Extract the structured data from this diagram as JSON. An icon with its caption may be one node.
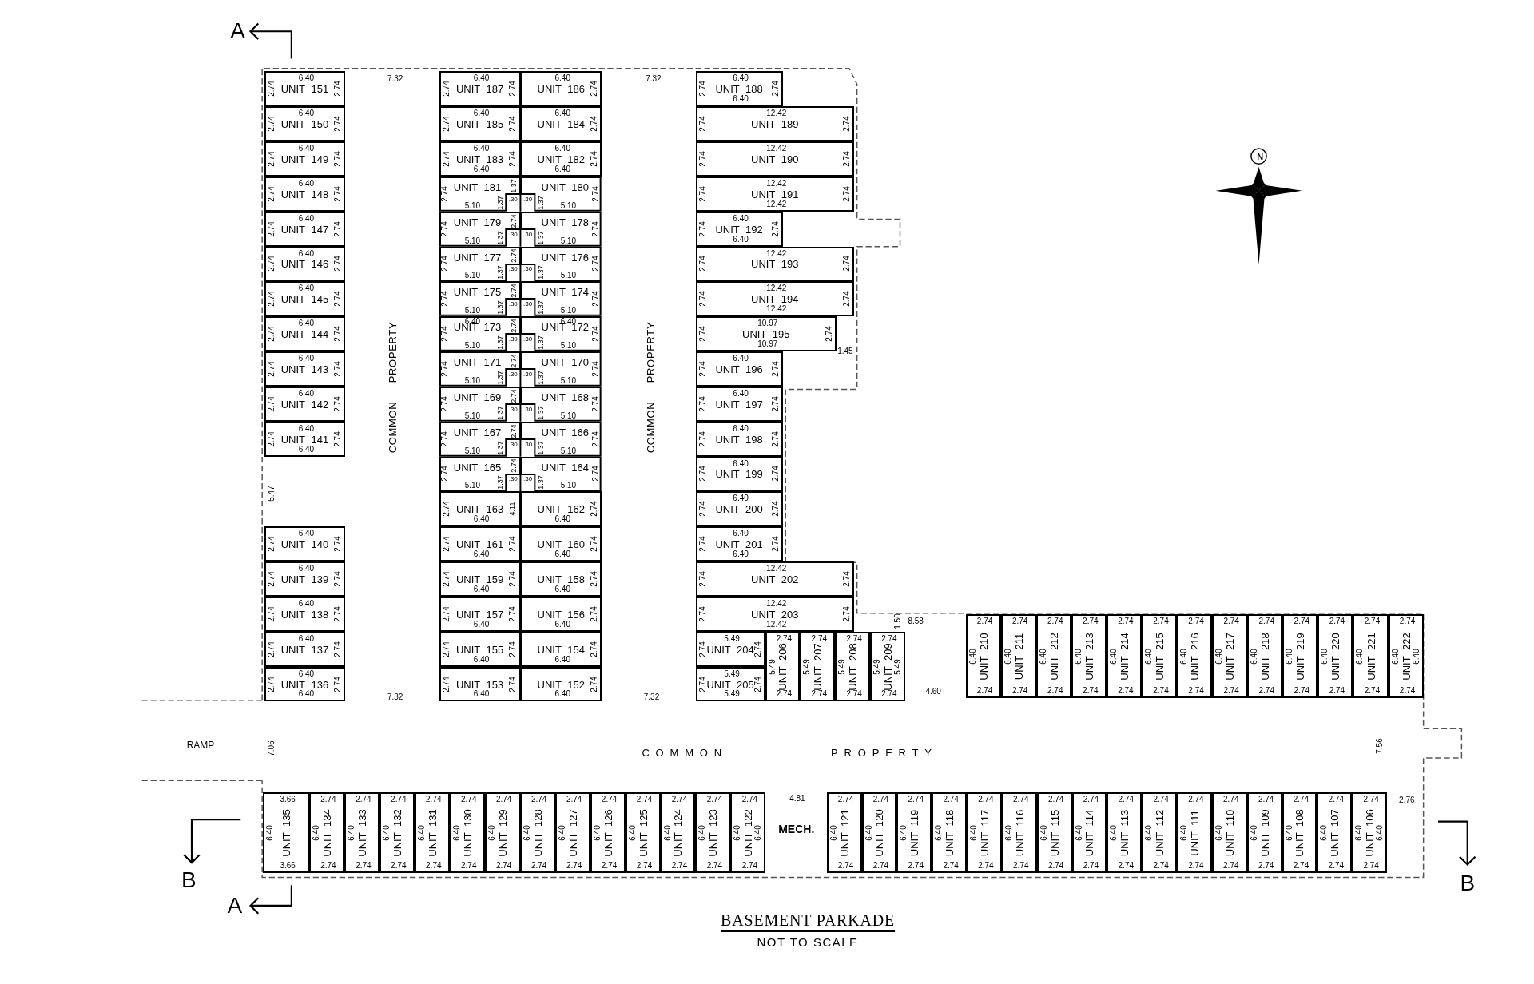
{
  "diagram": {
    "title": "BASEMENT PARKADE",
    "caption": "NOT TO SCALE",
    "nodes": [
      {
        "text": [
          "6.40",
          "2.74",
          "UNIT 151",
          "2.74"
        ]
      },
      {
        "text": [
          "6.40",
          "2.74",
          "UNIT 150",
          "2.74"
        ]
      },
      {
        "text": [
          "6.40",
          "2.74",
          "UNIT 149",
          "2.74"
        ]
      },
      {
        "text": [
          "6.40",
          "2.74",
          "UNIT 148",
          "2.74"
        ]
      },
      {
        "text": [
          "6.40",
          "2.74",
          "UNIT 147",
          "2.74"
        ]
      },
      {
        "text": [
          "6.40",
          "2.74",
          "UNIT 146",
          "2.74"
        ]
      },
      {
        "text": [
          "6.40",
          "2.74",
          "UNIT 145",
          "2.74"
        ]
      },
      {
        "text": [
          "6.40",
          "2.74",
          "UNIT 144",
          "2.74"
        ]
      },
      {
        "text": [
          "6.40",
          "2.74",
          "UNIT 143",
          "2.74"
        ]
      },
      {
        "text": [
          "6.40",
          "2.74",
          "UNIT 142",
          "2.74"
        ]
      },
      {
        "text": [
          "6.40",
          "2.74",
          "UNIT 141",
          "2.74",
          "6.40"
        ]
      },
      {
        "text": [
          "6.40",
          "2.74",
          "UNIT 140",
          "2.74"
        ]
      },
      {
        "text": [
          "6.40",
          "2.74",
          "UNIT 139",
          "2.74"
        ]
      },
      {
        "text": [
          "6.40",
          "2.74",
          "UNIT 138",
          "2.74"
        ]
      },
      {
        "text": [
          "6.40",
          "2.74",
          "UNIT 137",
          "2.74"
        ]
      },
      {
        "text": [
          "6.40",
          "2.74",
          "UNIT 136",
          "2.74",
          "6.40"
        ]
      },
      {
        "text": [
          "6.40",
          "2.74",
          "UNIT 187",
          "2.74"
        ]
      },
      {
        "text": [
          "6.40",
          "UNIT 186",
          "2.74"
        ]
      },
      {
        "text": [
          "6.40",
          "2.74",
          "UNIT 185",
          "2.74"
        ]
      },
      {
        "text": [
          "6.40",
          "UNIT 184",
          "2.74"
        ]
      },
      {
        "text": [
          "6.40",
          "2.74",
          "UNIT 183",
          "2.74",
          "6.40"
        ]
      },
      {
        "text": [
          "6.40",
          "UNIT 182",
          "2.74",
          "6.40"
        ]
      },
      {
        "text": [
          "1.37",
          "2.74",
          "UNIT 181",
          "1.37",
          ".30",
          "5.10"
        ]
      },
      {
        "text": [
          "UNIT 180",
          "2.74",
          ".30",
          "1.37",
          "5.10"
        ]
      },
      {
        "text": [
          "2.74",
          "2.74",
          "UNIT 179",
          "1.37",
          ".30",
          "5.10"
        ]
      },
      {
        "text": [
          "UNIT 178",
          "2.74",
          ".30",
          "1.37",
          "5.10"
        ]
      },
      {
        "text": [
          "2.74",
          "2.74",
          "UNIT 177",
          "1.37",
          ".30",
          "5.10"
        ]
      },
      {
        "text": [
          "UNIT 176",
          "2.74",
          ".30",
          "1.37",
          "5.10"
        ]
      },
      {
        "text": [
          "2.74",
          "2.74",
          "UNIT 175",
          "1.37",
          ".30",
          "5.10"
        ]
      },
      {
        "text": [
          "UNIT 174",
          "2.74",
          ".30",
          "1.37",
          "5.10"
        ]
      },
      {
        "text": [
          "6.40",
          "2.74",
          "2.74",
          "UNIT 173",
          "1.37",
          ".30",
          "5.10"
        ]
      },
      {
        "text": [
          "6.40",
          "UNIT 172",
          "2.74",
          ".30",
          "1.37",
          "5.10"
        ]
      },
      {
        "text": [
          "2.74",
          "2.74",
          "UNIT 171",
          "1.37",
          ".30",
          "5.10"
        ]
      },
      {
        "text": [
          "UNIT 170",
          "2.74",
          ".30",
          "1.37",
          "5.10"
        ]
      },
      {
        "text": [
          "2.74",
          "2.74",
          "UNIT 169",
          "1.37",
          ".30",
          "5.10"
        ]
      },
      {
        "text": [
          "UNIT 168",
          "2.74",
          ".30",
          "1.37",
          "5.10"
        ]
      },
      {
        "text": [
          "2.74",
          "2.74",
          "UNIT 167",
          "1.37",
          ".30",
          "5.10"
        ]
      },
      {
        "text": [
          "UNIT 166",
          "2.74",
          ".30",
          "1.37",
          "5.10"
        ]
      },
      {
        "text": [
          "2.74",
          "2.74",
          "UNIT 165",
          "1.37",
          ".30",
          "5.10"
        ]
      },
      {
        "text": [
          "UNIT 164",
          "2.74",
          ".30",
          "1.37",
          "5.10"
        ]
      },
      {
        "text": [
          "2.74",
          "UNIT 163",
          "4.11",
          "6.40"
        ]
      },
      {
        "text": [
          "UNIT 162",
          "2.74",
          "6.40"
        ]
      },
      {
        "text": [
          "2.74",
          "UNIT 161",
          "2.74",
          "6.40"
        ]
      },
      {
        "text": [
          "UNIT 160",
          "2.74",
          "6.40"
        ]
      },
      {
        "text": [
          "2.74",
          "UNIT 159",
          "2.74",
          "6.40"
        ]
      },
      {
        "text": [
          "UNIT 158",
          "2.74",
          "6.40"
        ]
      },
      {
        "text": [
          "2.74",
          "UNIT 157",
          "2.74",
          "6.40"
        ]
      },
      {
        "text": [
          "UNIT 156",
          "2.74",
          "6.40"
        ]
      },
      {
        "text": [
          "2.74",
          "UNIT 155",
          "2.74",
          "6.40"
        ]
      },
      {
        "text": [
          "UNIT 154",
          "2.74",
          "6.40"
        ]
      },
      {
        "text": [
          "2.74",
          "UNIT 153",
          "2.74",
          "6.40"
        ]
      },
      {
        "text": [
          "UNIT 152",
          "2.74",
          "6.40"
        ]
      },
      {
        "text": [
          "6.40",
          "2.74",
          "UNIT 188",
          "2.74",
          "6.40"
        ]
      },
      {
        "text": [
          "12.42",
          "2.74",
          "UNIT 189",
          "2.74"
        ]
      },
      {
        "text": [
          "12.42",
          "2.74",
          "UNIT 190",
          "2.74"
        ]
      },
      {
        "text": [
          "12.42",
          "2.74",
          "UNIT 191",
          "2.74",
          "12.42"
        ]
      },
      {
        "text": [
          "6.40",
          "2.74",
          "UNIT 192",
          "2.74",
          "6.40"
        ]
      },
      {
        "text": [
          "12.42",
          "2.74",
          "UNIT 193",
          "2.74"
        ]
      },
      {
        "text": [
          "12.42",
          "2.74",
          "UNIT 194",
          "2.74",
          "12.42"
        ]
      },
      {
        "text": [
          "10.97",
          "2.74",
          "UNIT 195",
          "2.74",
          "10.97"
        ]
      },
      {
        "text": [
          "6.40",
          "2.74",
          "UNIT 196",
          "2.74"
        ]
      },
      {
        "text": [
          "6.40",
          "2.74",
          "UNIT 197",
          "2.74"
        ]
      },
      {
        "text": [
          "6.40",
          "2.74",
          "UNIT 198",
          "2.74"
        ]
      },
      {
        "text": [
          "6.40",
          "2.74",
          "UNIT 199",
          "2.74"
        ]
      },
      {
        "text": [
          "6.40",
          "2.74",
          "UNIT 200",
          "2.74"
        ]
      },
      {
        "text": [
          "6.40",
          "2.74",
          "UNIT 201",
          "2.74",
          "6.40"
        ]
      },
      {
        "text": [
          "12.42",
          "2.74",
          "UNIT 202",
          "2.74"
        ]
      },
      {
        "text": [
          "12.42",
          "2.74",
          "UNIT 203",
          "2.74",
          "12.42"
        ]
      },
      {
        "text": [
          "5.49",
          "2.74",
          "UNIT 204",
          "2.74"
        ]
      },
      {
        "text": [
          "5.49",
          "2.74",
          "UNIT 205",
          "2.74",
          "5.49"
        ]
      },
      {
        "text": [
          "2.74",
          "5.49",
          "UNIT 206",
          "2.74"
        ]
      },
      {
        "text": [
          "2.74",
          "5.49",
          "UNIT 207",
          "2.74"
        ]
      },
      {
        "text": [
          "2.74",
          "5.49",
          "UNIT 208",
          "2.74"
        ]
      },
      {
        "text": [
          "2.74",
          "5.49",
          "UNIT 209",
          "5.49",
          "2.74"
        ]
      },
      {
        "text": [
          "2.74",
          "6.40",
          "UNIT 210",
          "2.74"
        ]
      },
      {
        "text": [
          "2.74",
          "6.40",
          "UNIT 211",
          "2.74"
        ]
      },
      {
        "text": [
          "2.74",
          "6.40",
          "UNIT 212",
          "2.74"
        ]
      },
      {
        "text": [
          "2.74",
          "6.40",
          "UNIT 213",
          "2.74"
        ]
      },
      {
        "text": [
          "2.74",
          "6.40",
          "UNIT 214",
          "2.74"
        ]
      },
      {
        "text": [
          "2.74",
          "6.40",
          "UNIT 215",
          "2.74"
        ]
      },
      {
        "text": [
          "2.74",
          "6.40",
          "UNIT 216",
          "2.74"
        ]
      },
      {
        "text": [
          "2.74",
          "6.40",
          "UNIT 217",
          "2.74"
        ]
      },
      {
        "text": [
          "2.74",
          "6.40",
          "UNIT 218",
          "2.74"
        ]
      },
      {
        "text": [
          "2.74",
          "6.40",
          "UNIT 219",
          "2.74"
        ]
      },
      {
        "text": [
          "2.74",
          "6.40",
          "UNIT 220",
          "2.74"
        ]
      },
      {
        "text": [
          "2.74",
          "6.40",
          "UNIT 221",
          "2.74"
        ]
      },
      {
        "text": [
          "2.74",
          "6.40",
          "UNIT 222",
          "6.40",
          "2.74"
        ]
      },
      {
        "text": [
          "3.66",
          "6.40",
          "UNIT 135",
          "3.66"
        ]
      },
      {
        "text": [
          "2.74",
          "6.40",
          "UNIT 134",
          "2.74"
        ]
      },
      {
        "text": [
          "2.74",
          "6.40",
          "UNIT 133",
          "2.74"
        ]
      },
      {
        "text": [
          "2.74",
          "6.40",
          "UNIT 132",
          "2.74"
        ]
      },
      {
        "text": [
          "2.74",
          "6.40",
          "UNIT 131",
          "2.74"
        ]
      },
      {
        "text": [
          "2.74",
          "6.40",
          "UNIT 130",
          "2.74"
        ]
      },
      {
        "text": [
          "2.74",
          "6.40",
          "UNIT 129",
          "2.74"
        ]
      },
      {
        "text": [
          "2.74",
          "6.40",
          "UNIT 128",
          "2.74"
        ]
      },
      {
        "text": [
          "2.74",
          "6.40",
          "UNIT 127",
          "2.74"
        ]
      },
      {
        "text": [
          "2.74",
          "6.40",
          "UNIT 126",
          "2.74"
        ]
      },
      {
        "text": [
          "2.74",
          "6.40",
          "UNIT 125",
          "2.74"
        ]
      },
      {
        "text": [
          "2.74",
          "6.40",
          "UNIT 124",
          "2.74"
        ]
      },
      {
        "text": [
          "2.74",
          "6.40",
          "UNIT 123",
          "2.74"
        ]
      },
      {
        "text": [
          "2.74",
          "6.40",
          "UNIT 122",
          "6.40",
          "2.74"
        ]
      },
      {
        "text": [
          "2.74",
          "6.40",
          "UNIT 121",
          "2.74"
        ]
      },
      {
        "text": [
          "2.74",
          "6.40",
          "UNIT 120",
          "2.74"
        ]
      },
      {
        "text": [
          "2.74",
          "6.40",
          "UNIT 119",
          "2.74"
        ]
      },
      {
        "text": [
          "2.74",
          "6.40",
          "UNIT 118",
          "2.74"
        ]
      },
      {
        "text": [
          "2.74",
          "6.40",
          "UNIT 117",
          "2.74"
        ]
      },
      {
        "text": [
          "2.74",
          "6.40",
          "UNIT 116",
          "2.74"
        ]
      },
      {
        "text": [
          "2.74",
          "6.40",
          "UNIT 115",
          "2.74"
        ]
      },
      {
        "text": [
          "2.74",
          "6.40",
          "UNIT 114",
          "2.74"
        ]
      },
      {
        "text": [
          "2.74",
          "6.40",
          "UNIT 113",
          "2.74"
        ]
      },
      {
        "text": [
          "2.74",
          "6.40",
          "UNIT 112",
          "2.74"
        ]
      },
      {
        "text": [
          "2.74",
          "6.40",
          "UNIT 111",
          "2.74"
        ]
      },
      {
        "text": [
          "2.74",
          "6.40",
          "UNIT 110",
          "2.74"
        ]
      },
      {
        "text": [
          "2.74",
          "6.40",
          "UNIT 109",
          "2.74"
        ]
      },
      {
        "text": [
          "2.74",
          "6.40",
          "UNIT 108",
          "2.74"
        ]
      },
      {
        "text": [
          "2.74",
          "6.40",
          "UNIT 107",
          "2.74"
        ]
      },
      {
        "text": [
          "2.74",
          "6.40",
          "UNIT 106",
          "6.40",
          "2.74"
        ]
      }
    ],
    "labels": [
      "A",
      "7.32",
      "7.32",
      "N",
      "PROPERTY",
      "PROPERTY",
      "1.45",
      "COMMON",
      "COMMON",
      "5.47",
      "1.50",
      "8.58",
      "4.60",
      "7.32",
      "7.32",
      "RAMP",
      "7.06",
      "COMMON",
      "PROPERTY",
      "7.56",
      "4.81",
      "2.76",
      "MECH.",
      "B",
      "B",
      "A"
    ]
  }
}
